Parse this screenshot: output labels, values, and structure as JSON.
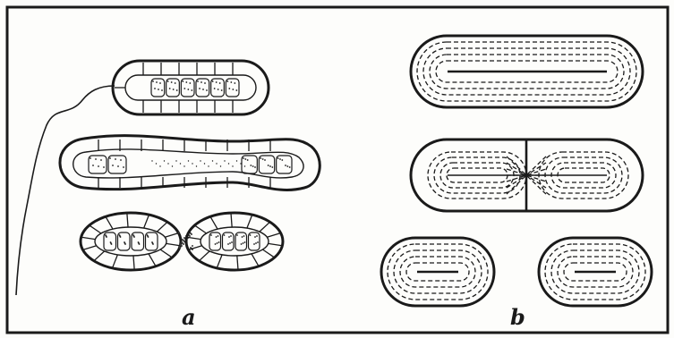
{
  "figure": {
    "panels": [
      {
        "id": "a",
        "label": "a"
      },
      {
        "id": "b",
        "label": "b"
      }
    ],
    "colors": {
      "ink": "#1a1a1a",
      "paper": "#fdfdfb",
      "stipple": "#3a3a3a"
    }
  }
}
